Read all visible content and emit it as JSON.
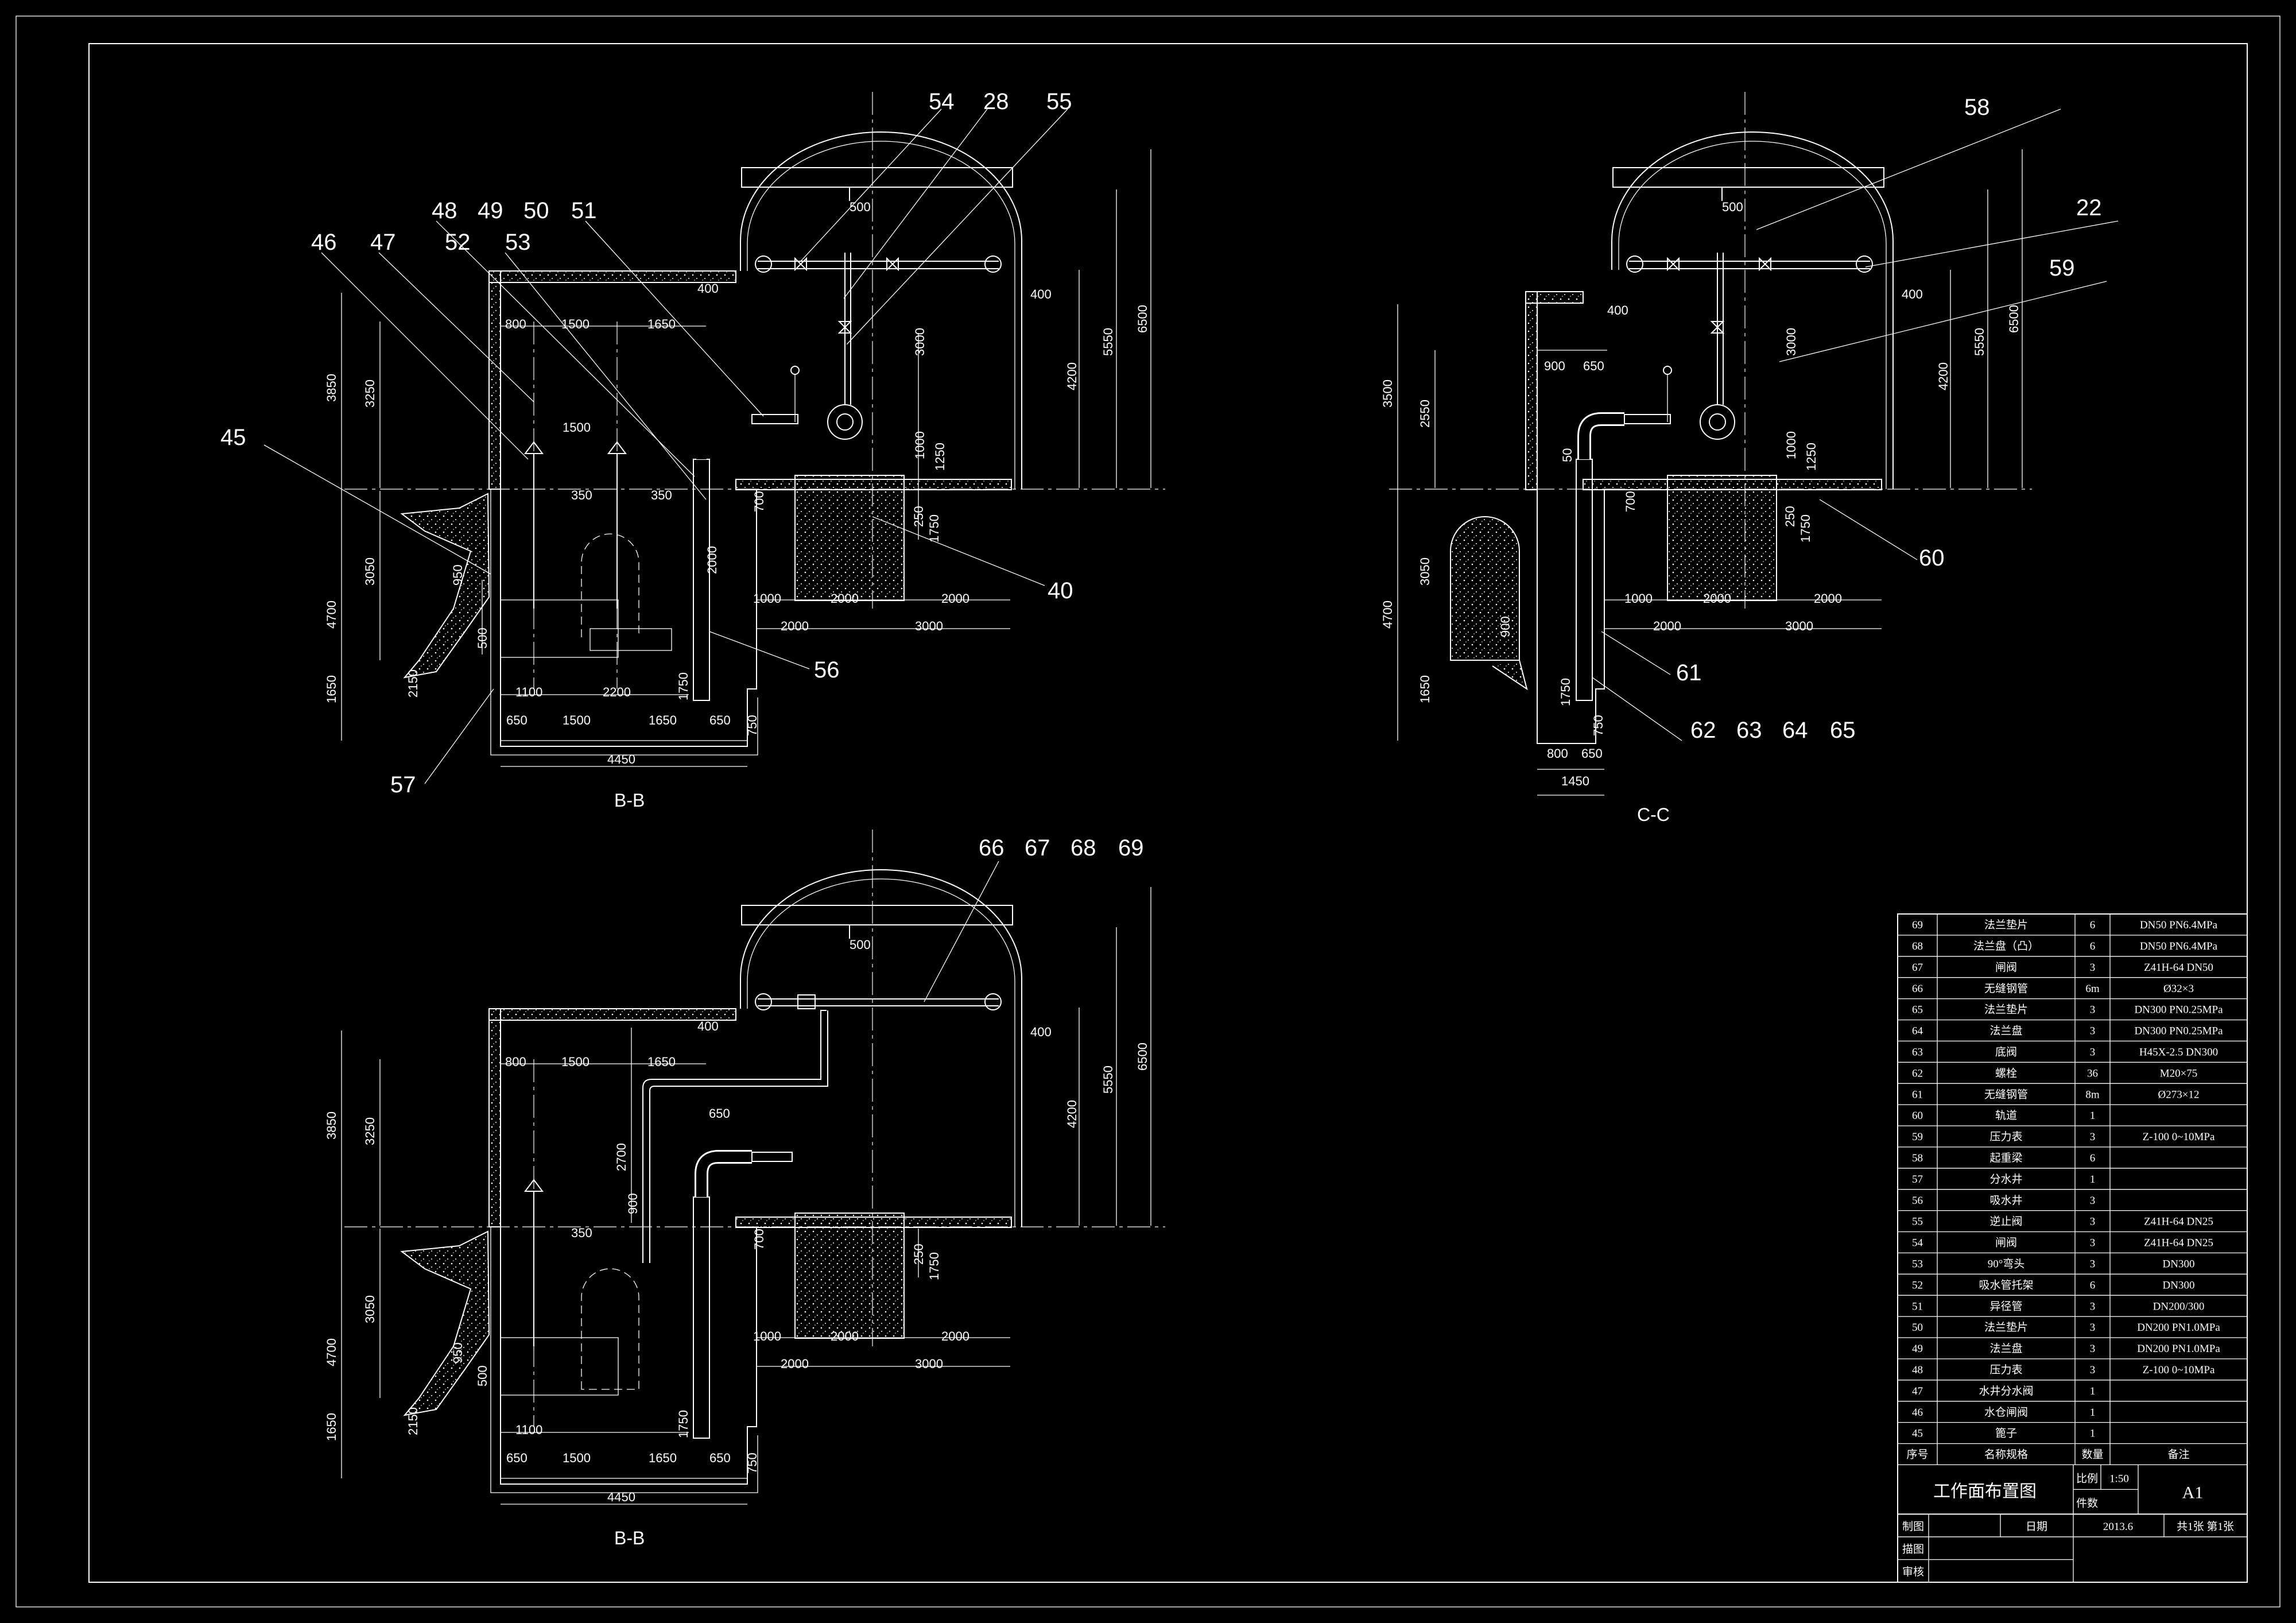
{
  "sections": {
    "bb_top": {
      "title": "B-B",
      "tags": [
        "46",
        "47",
        "48",
        "49",
        "50",
        "51",
        "52",
        "53",
        "54",
        "28",
        "55",
        "45",
        "40",
        "56",
        "57"
      ],
      "dims_h": [
        "800",
        "1500",
        "1650",
        "1500",
        "350",
        "350",
        "1000",
        "2000",
        "2000",
        "2000",
        "3000",
        "1100",
        "2200",
        "650",
        "1500",
        "1650",
        "650",
        "4450",
        "400",
        "400",
        "500"
      ],
      "dims_v": [
        "3850",
        "3250",
        "4700",
        "3050",
        "1650",
        "2150",
        "950",
        "500",
        "1750",
        "750",
        "2000",
        "1000",
        "1250",
        "250",
        "1750",
        "3000",
        "4200",
        "5550",
        "6500",
        "700"
      ]
    },
    "cc": {
      "title": "C-C",
      "tags": [
        "58",
        "22",
        "59",
        "60",
        "61",
        "62",
        "63",
        "64",
        "65"
      ],
      "dims_h": [
        "900",
        "650",
        "1000",
        "2000",
        "2000",
        "2000",
        "3000",
        "800",
        "650",
        "1450",
        "400",
        "400",
        "500"
      ],
      "dims_v": [
        "3500",
        "2550",
        "4700",
        "3050",
        "1650",
        "900",
        "1750",
        "750",
        "50",
        "1000",
        "1250",
        "250",
        "1750",
        "3000",
        "4200",
        "5550",
        "6500",
        "700"
      ]
    },
    "bb_bottom": {
      "title": "B-B",
      "tags": [
        "66",
        "67",
        "68",
        "69"
      ],
      "dims_h": [
        "800",
        "1500",
        "1650",
        "350",
        "650",
        "1000",
        "2000",
        "2000",
        "2000",
        "3000",
        "1100",
        "650",
        "1500",
        "1650",
        "650",
        "4450",
        "400",
        "400",
        "500"
      ],
      "dims_v": [
        "3850",
        "3250",
        "2700",
        "900",
        "4700",
        "3050",
        "1650",
        "2150",
        "950",
        "500",
        "1750",
        "750",
        "250",
        "1750",
        "4200",
        "5550",
        "6500",
        "700"
      ]
    }
  },
  "parts_table": {
    "rows": [
      {
        "no": "69",
        "name": "法兰垫片",
        "qty": "6",
        "note": "DN50 PN6.4MPa"
      },
      {
        "no": "68",
        "name": "法兰盘（凸）",
        "qty": "6",
        "note": "DN50 PN6.4MPa"
      },
      {
        "no": "67",
        "name": "闸阀",
        "qty": "3",
        "note": "Z41H-64 DN50"
      },
      {
        "no": "66",
        "name": "无缝钢管",
        "qty": "6m",
        "note": "Ø32×3"
      },
      {
        "no": "65",
        "name": "法兰垫片",
        "qty": "3",
        "note": "DN300 PN0.25MPa"
      },
      {
        "no": "64",
        "name": "法兰盘",
        "qty": "3",
        "note": "DN300 PN0.25MPa"
      },
      {
        "no": "63",
        "name": "底阀",
        "qty": "3",
        "note": "H45X-2.5 DN300"
      },
      {
        "no": "62",
        "name": "螺栓",
        "qty": "36",
        "note": "M20×75"
      },
      {
        "no": "61",
        "name": "无缝钢管",
        "qty": "8m",
        "note": "Ø273×12"
      },
      {
        "no": "60",
        "name": "轨道",
        "qty": "1",
        "note": ""
      },
      {
        "no": "59",
        "name": "压力表",
        "qty": "3",
        "note": "Z-100 0~10MPa"
      },
      {
        "no": "58",
        "name": "起重梁",
        "qty": "6",
        "note": ""
      },
      {
        "no": "57",
        "name": "分水井",
        "qty": "1",
        "note": ""
      },
      {
        "no": "56",
        "name": "吸水井",
        "qty": "3",
        "note": ""
      },
      {
        "no": "55",
        "name": "逆止阀",
        "qty": "3",
        "note": "Z41H-64 DN25"
      },
      {
        "no": "54",
        "name": "闸阀",
        "qty": "3",
        "note": "Z41H-64 DN25"
      },
      {
        "no": "53",
        "name": "90°弯头",
        "qty": "3",
        "note": "DN300"
      },
      {
        "no": "52",
        "name": "吸水管托架",
        "qty": "6",
        "note": "DN300"
      },
      {
        "no": "51",
        "name": "异径管",
        "qty": "3",
        "note": "DN200/300"
      },
      {
        "no": "50",
        "name": "法兰垫片",
        "qty": "3",
        "note": "DN200 PN1.0MPa"
      },
      {
        "no": "49",
        "name": "法兰盘",
        "qty": "3",
        "note": "DN200 PN1.0MPa"
      },
      {
        "no": "48",
        "name": "压力表",
        "qty": "3",
        "note": "Z-100 0~10MPa"
      },
      {
        "no": "47",
        "name": "水井分水阀",
        "qty": "1",
        "note": ""
      },
      {
        "no": "46",
        "name": "水仓闸阀",
        "qty": "1",
        "note": ""
      },
      {
        "no": "45",
        "name": "篦子",
        "qty": "1",
        "note": ""
      }
    ],
    "header": {
      "no": "序号",
      "name": "名称规格",
      "qty": "数量",
      "note": "备注"
    }
  },
  "title_block": {
    "drawing_title": "工作面布置图",
    "scale_label": "比例",
    "scale_value": "1:50",
    "pieces_label": "件数",
    "sheet_size": "A1",
    "drawn_label": "制图",
    "traced_label": "描图",
    "checked_label": "审核",
    "date_label": "日期",
    "date_value": "2013.6",
    "sheets": "共1张 第1张"
  }
}
